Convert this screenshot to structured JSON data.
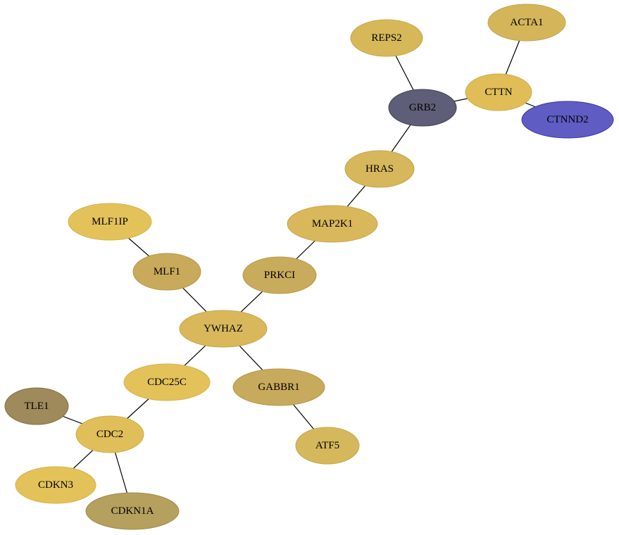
{
  "nodes": [
    {
      "id": "ACTA1",
      "label": "ACTA1",
      "fill": "#d4b55a",
      "stroke": "#c2a448"
    },
    {
      "id": "REPS2",
      "label": "REPS2",
      "fill": "#d6b858",
      "stroke": "#c7a846"
    },
    {
      "id": "CTTN",
      "label": "CTTN",
      "fill": "#e0bd57",
      "stroke": "#d1ad45"
    },
    {
      "id": "GRB2",
      "label": "GRB2",
      "fill": "#5e5e78",
      "stroke": "#3d3d55"
    },
    {
      "id": "CTNND2",
      "label": "CTNND2",
      "fill": "#5f5cc4",
      "stroke": "#3b38a8"
    },
    {
      "id": "HRAS",
      "label": "HRAS",
      "fill": "#d6b75b",
      "stroke": "#c5a649"
    },
    {
      "id": "MAP2K1",
      "label": "MAP2K1",
      "fill": "#d8b85a",
      "stroke": "#c7a748"
    },
    {
      "id": "MLF1IP",
      "label": "MLF1IP",
      "fill": "#e4c25a",
      "stroke": "#d4b248"
    },
    {
      "id": "MLF1",
      "label": "MLF1",
      "fill": "#c9aa5a",
      "stroke": "#b69848"
    },
    {
      "id": "PRKCI",
      "label": "PRKCI",
      "fill": "#c9ab5c",
      "stroke": "#b6994a"
    },
    {
      "id": "YWHAZ",
      "label": "YWHAZ",
      "fill": "#d8b85b",
      "stroke": "#c7a749"
    },
    {
      "id": "CDC25C",
      "label": "CDC25C",
      "fill": "#e4c25a",
      "stroke": "#d4b248"
    },
    {
      "id": "GABBR1",
      "label": "GABBR1",
      "fill": "#c8aa5c",
      "stroke": "#b5984a"
    },
    {
      "id": "TLE1",
      "label": "TLE1",
      "fill": "#9e8a5a",
      "stroke": "#857248"
    },
    {
      "id": "CDC2",
      "label": "CDC2",
      "fill": "#e0be5a",
      "stroke": "#d0ae48"
    },
    {
      "id": "ATF5",
      "label": "ATF5",
      "fill": "#d6b85c",
      "stroke": "#c5a74a"
    },
    {
      "id": "CDKN3",
      "label": "CDKN3",
      "fill": "#e4c25a",
      "stroke": "#d4b248"
    },
    {
      "id": "CDKN1A",
      "label": "CDKN1A",
      "fill": "#b5a05e",
      "stroke": "#9f8b4c"
    }
  ],
  "edges": [
    [
      "ACTA1",
      "CTTN"
    ],
    [
      "REPS2",
      "GRB2"
    ],
    [
      "GRB2",
      "CTTN"
    ],
    [
      "CTTN",
      "CTNND2"
    ],
    [
      "GRB2",
      "HRAS"
    ],
    [
      "HRAS",
      "MAP2K1"
    ],
    [
      "MAP2K1",
      "PRKCI"
    ],
    [
      "PRKCI",
      "YWHAZ"
    ],
    [
      "MLF1IP",
      "MLF1"
    ],
    [
      "MLF1",
      "YWHAZ"
    ],
    [
      "YWHAZ",
      "CDC25C"
    ],
    [
      "YWHAZ",
      "GABBR1"
    ],
    [
      "GABBR1",
      "ATF5"
    ],
    [
      "CDC25C",
      "CDC2"
    ],
    [
      "TLE1",
      "CDC2"
    ],
    [
      "CDC2",
      "CDKN3"
    ],
    [
      "CDC2",
      "CDKN1A"
    ]
  ]
}
